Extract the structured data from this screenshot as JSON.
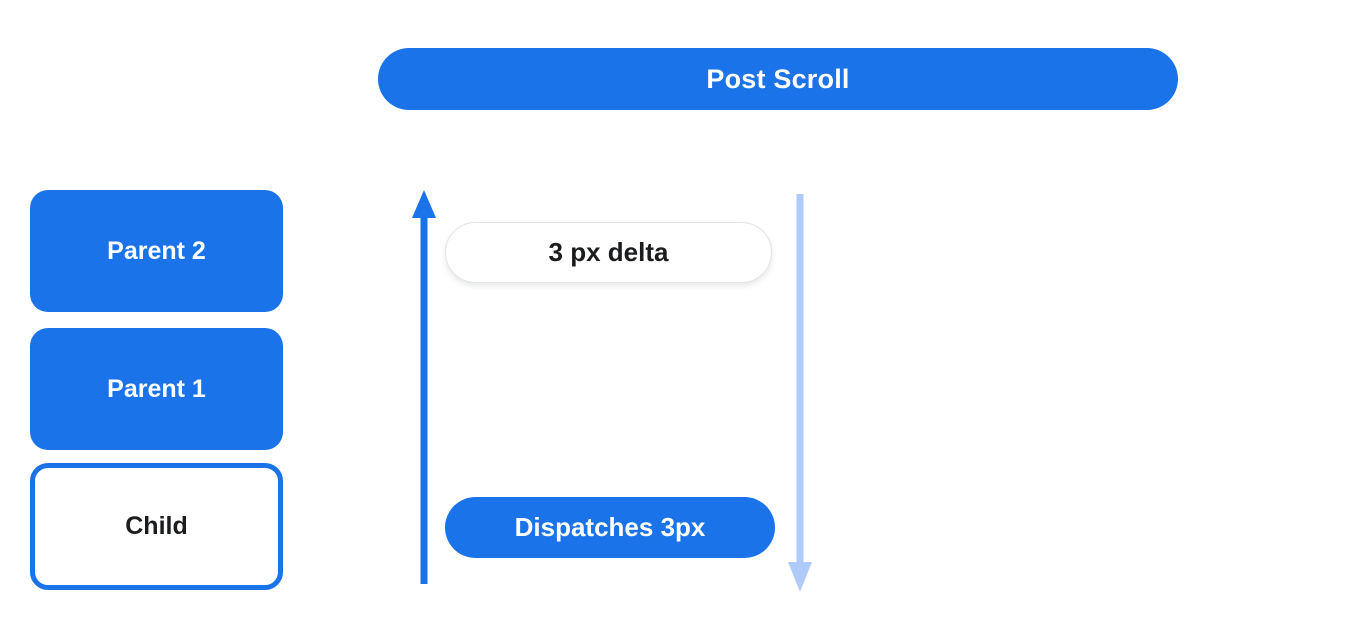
{
  "colors": {
    "primary_blue": "#1a73e8",
    "light_blue": "#aecbfa",
    "text_dark": "#1a1c1e",
    "pill_border": "#e3e4e6"
  },
  "banner": {
    "label": "Post Scroll"
  },
  "stack": {
    "items": [
      {
        "label": "Parent 2",
        "variant": "filled"
      },
      {
        "label": "Parent 1",
        "variant": "filled"
      },
      {
        "label": "Child",
        "variant": "outlined"
      }
    ]
  },
  "annotations": {
    "delta_label": "3 px delta",
    "dispatch_label": "Dispatches 3px"
  },
  "icons": {
    "up_arrow": "up-arrow-icon",
    "down_arrow": "down-arrow-icon"
  }
}
